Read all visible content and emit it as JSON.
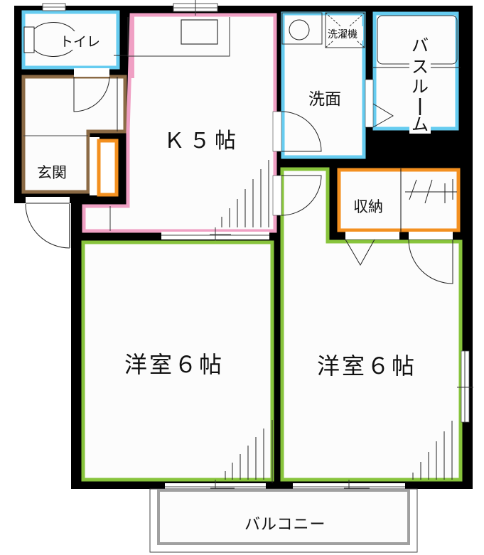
{
  "floorplan": {
    "colors": {
      "wall": "#000000",
      "floor": "#fcfcfc",
      "toilet": "#66ccf0",
      "entrance": "#8b6a45",
      "kitchen": "#f0a0c4",
      "washroom": "#66ccf0",
      "bathroom": "#66ccf0",
      "storage": "#f39020",
      "bedroom": "#88c43c",
      "balcony": "#a0a0a0"
    },
    "rooms": {
      "toilet": {
        "label": "トイレ"
      },
      "entrance": {
        "label": "玄関"
      },
      "kitchen": {
        "label": "Ｋ５帖",
        "type": "K",
        "size_jo": "5"
      },
      "washroom": {
        "label": "洗面"
      },
      "washing_machine": {
        "label": "洗濯機"
      },
      "bathroom": {
        "label_chars": [
          "バ",
          "ス",
          "ル",
          "ー",
          "ム"
        ],
        "label": "バスルーム"
      },
      "storage": {
        "label": "収納"
      },
      "bedroom_left": {
        "label": "洋室６帖",
        "type": "洋室",
        "size_jo": "6"
      },
      "bedroom_right": {
        "label": "洋室６帖",
        "type": "洋室",
        "size_jo": "6"
      },
      "balcony": {
        "label": "バルコニー"
      }
    }
  }
}
